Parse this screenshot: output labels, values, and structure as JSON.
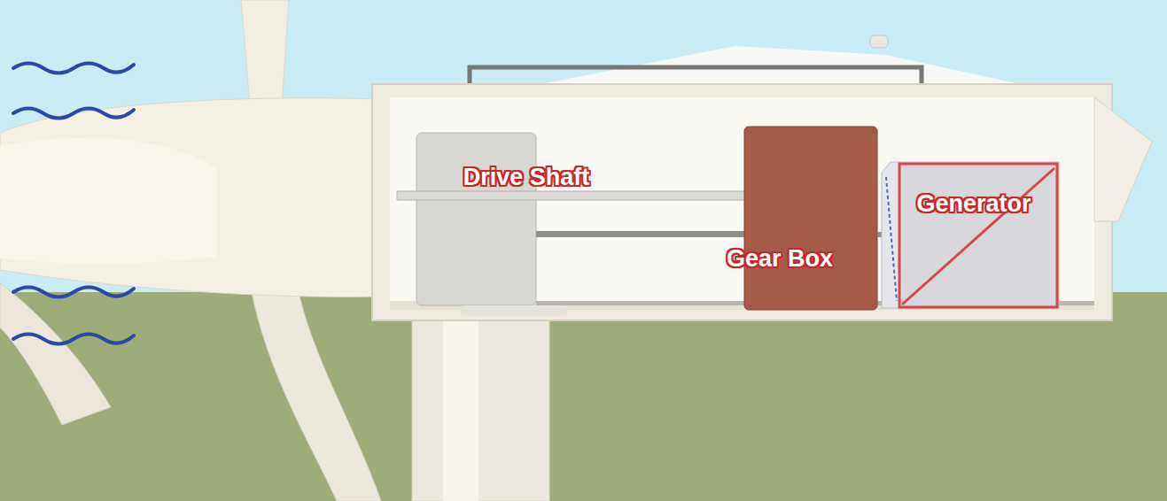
{
  "diagram": {
    "labels": [
      "Drive Shaft",
      "Gear Box",
      "Generator"
    ]
  }
}
